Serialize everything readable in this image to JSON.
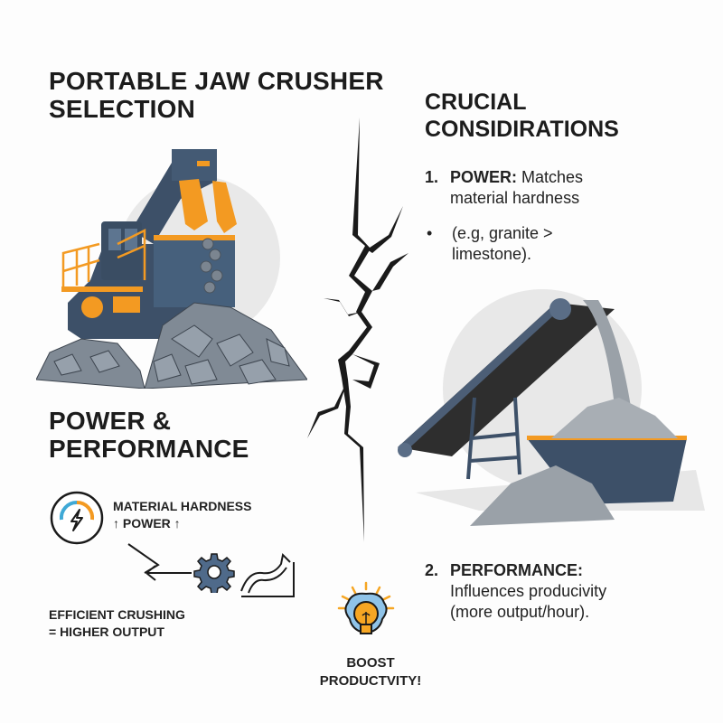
{
  "left": {
    "title_line1": "PORTABLE JAW CRUSHER",
    "title_line2": "SELECTION",
    "section_title_line1": "POWER &",
    "section_title_line2": "PERFORMANCE",
    "hardness_label_line1": "MATERIAL HARDNESS",
    "hardness_label_line2": "↑ POWER ↑",
    "efficiency_line1": "EFFICIENT CRUSHING",
    "efficiency_line2": "= HIGHER OUTPUT"
  },
  "right": {
    "title_line1": "CRUCIAL",
    "title_line2": "CONSIDIRATIONS",
    "item1": {
      "number": "1.",
      "label": "POWER:",
      "text_line1": "Matches",
      "text_line2": "material hardness"
    },
    "bullet": {
      "glyph": "•",
      "text_line1": "(e.g, granite >",
      "text_line2": "limestone)."
    },
    "item2": {
      "number": "2.",
      "label": "PERFORMANCE:",
      "text_line1": "Influences producivity",
      "text_line2": "(more output/hour)."
    }
  },
  "center": {
    "boost_line1": "BOOST",
    "boost_line2": "PRODUCTVITY!"
  },
  "colors": {
    "machine_blue": "#3d5068",
    "accent_orange": "#f39a22",
    "gauge_blue": "#3fa9d6",
    "gear_blue": "#4f6a8a",
    "brain_blue": "#8fc3e8",
    "bulb_orange": "#f6a623",
    "rock_gray": "#7b8590",
    "circle_bg": "#e8e8e8",
    "crack": "#1a1a1a"
  },
  "icons": [
    "jaw-crusher-illustration",
    "crack-divider",
    "conveyor-illustration",
    "gauge-bolt-icon",
    "arrow-left-icon",
    "gear-icon",
    "growth-curve-icon",
    "brain-bulb-icon"
  ]
}
